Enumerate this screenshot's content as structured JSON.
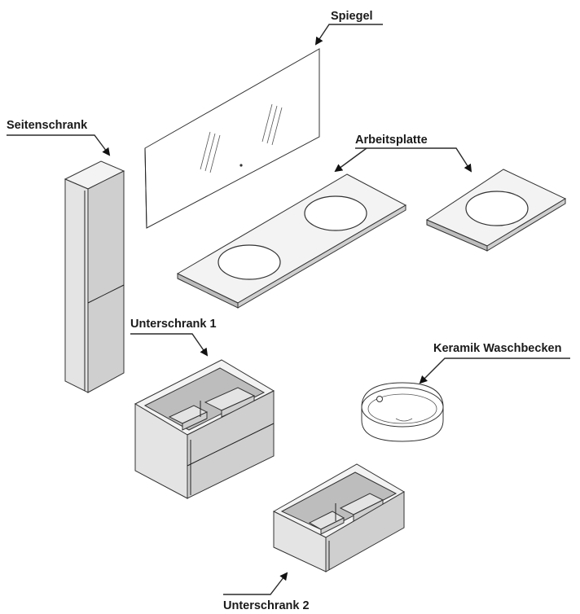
{
  "labels": {
    "spiegel": "Spiegel",
    "seitenschrank": "Seitenschrank",
    "arbeitsplatte": "Arbeitsplatte",
    "unterschrank1": "Unterschrank 1",
    "keramik": "Keramik Waschbecken",
    "unterschrank2": "Unterschrank 2"
  },
  "colors": {
    "line": "#222222",
    "face_light": "#f3f3f3",
    "face_mid": "#e4e4e4",
    "face_dark": "#cfcfcf"
  }
}
